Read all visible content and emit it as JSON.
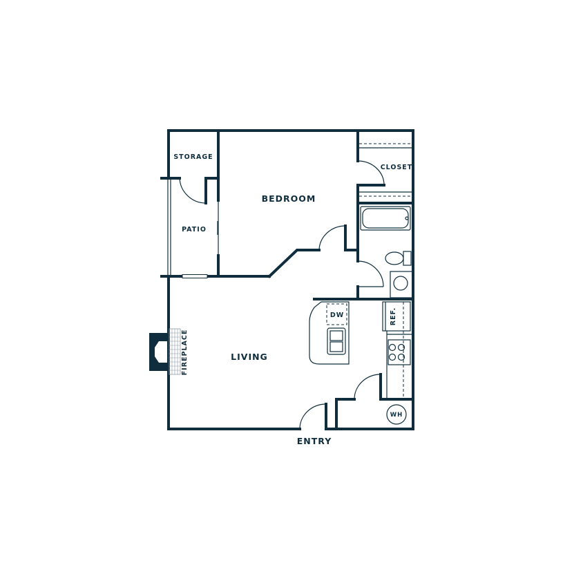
{
  "colors": {
    "wall": "#0f2d3d",
    "background": "#ffffff"
  },
  "rooms": {
    "storage": "STORAGE",
    "bedroom": "BEDROOM",
    "closet": "CLOSET",
    "patio": "PATIO",
    "living": "LIVING",
    "fireplace": "FIREPLACE",
    "dishwasher": "DW",
    "refrigerator": "REF.",
    "water_heater": "WH",
    "entry": "ENTRY"
  }
}
